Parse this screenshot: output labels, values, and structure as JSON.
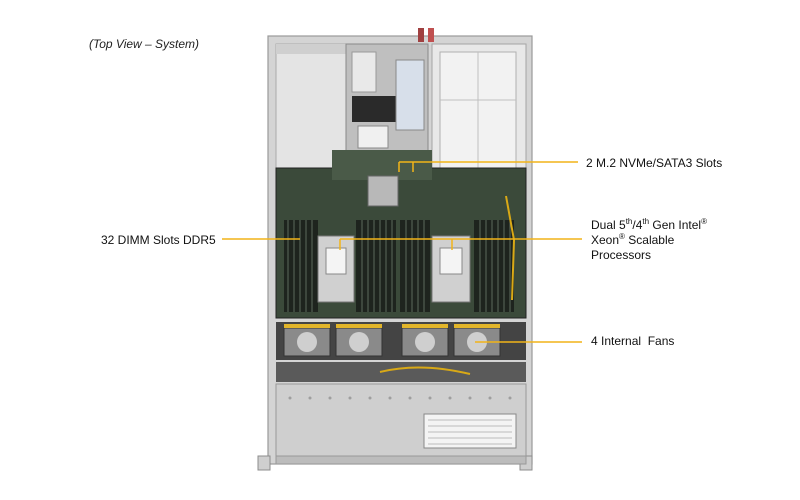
{
  "caption": "(Top View – System)",
  "callouts": {
    "m2": "2 M.2 NVMe/SATA3 Slots",
    "dimm": "32 DIMM Slots DDR5",
    "cpu": {
      "prefix": "Dual 5",
      "sup1": "th",
      "mid": "/4",
      "sup2": "th",
      "after": " Gen Intel",
      "reg1": "®",
      "line2a": "Xeon",
      "reg2": "®",
      "line2b": " Scalable",
      "line3": "Processors"
    },
    "fans": "4 Internal  Fans"
  },
  "colors": {
    "callout_line": "#f2b418",
    "chassis": "#c9c9c9",
    "board": "#3b4a3a"
  }
}
